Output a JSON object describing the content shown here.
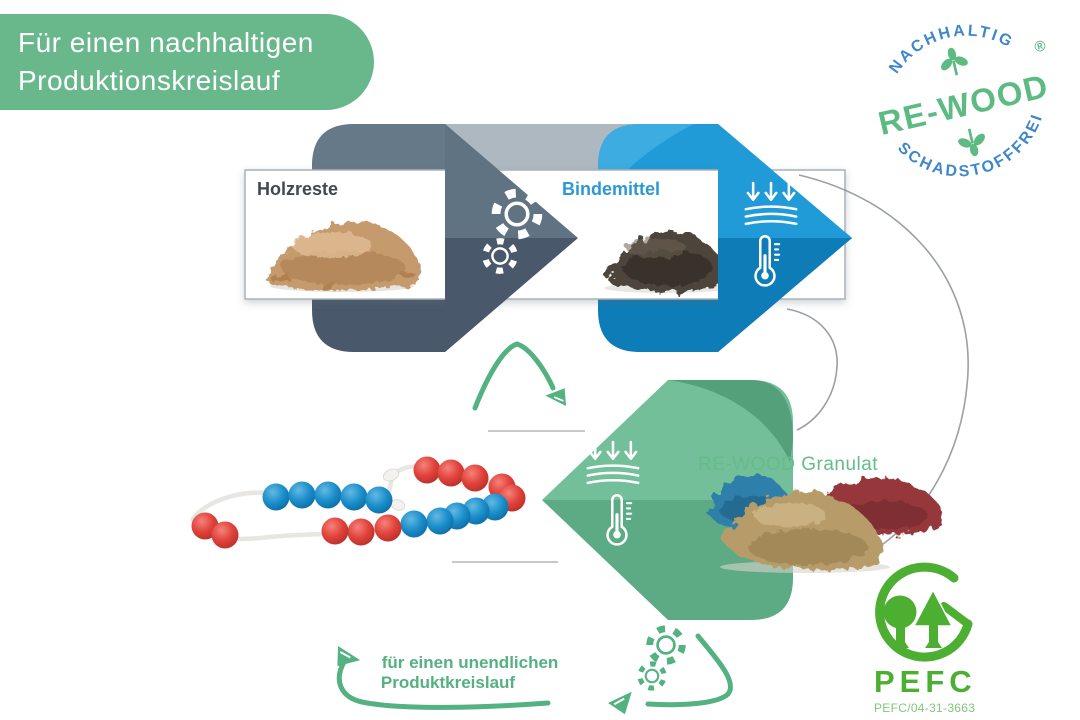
{
  "banner": {
    "line1": "Für einen nachhaltigen",
    "line2": "Produktionskreislauf"
  },
  "badge": {
    "arc_top": "NACHHALTIG",
    "brand": "RE-WOOD",
    "registered": "®",
    "arc_bottom": "SCHADSTOFFFREI"
  },
  "process": {
    "step1_label": "Holzreste",
    "step2_label": "Bindemittel",
    "granulate_label": "RE-WOOD Granulat"
  },
  "cycle": {
    "line1": "für einen unendlichen",
    "line2": "Produktkreislauf"
  },
  "pefc": {
    "name": "PEFC",
    "license": "PEFC/04-31-3663"
  },
  "icons": {
    "gear-icon": "outlined cog (dashed ring + hub circle)",
    "press-icon": "three down arrows over three layered lines",
    "thermometer-icon": "outlined thermometer with scale ticks",
    "sprout-icon": "three-leaf sprout",
    "recycle-arrow-icon": "hand-drawn green arrow",
    "pefc-trees-icon": "round tree and conifer inside circular arrow"
  },
  "colors": {
    "banner_green": "#69b88c",
    "cycle_green": "#54b181",
    "brand_green": "#5eba83",
    "brand_blue": "#3f87c9",
    "gray_chevron": "#5f7383",
    "gray_chevron_dark": "#49596b",
    "blue_chevron": "#209bd8",
    "blue_chevron_dark": "#0e7cb6",
    "green_chevron": "#73bf9a",
    "green_chevron_dark": "#5cab85",
    "pefc_green": "#4caf32",
    "label_dark": "#3e4950",
    "label_blue": "#2b99d4",
    "bead_red": "#e0423a",
    "bead_blue": "#1b8ecb"
  }
}
